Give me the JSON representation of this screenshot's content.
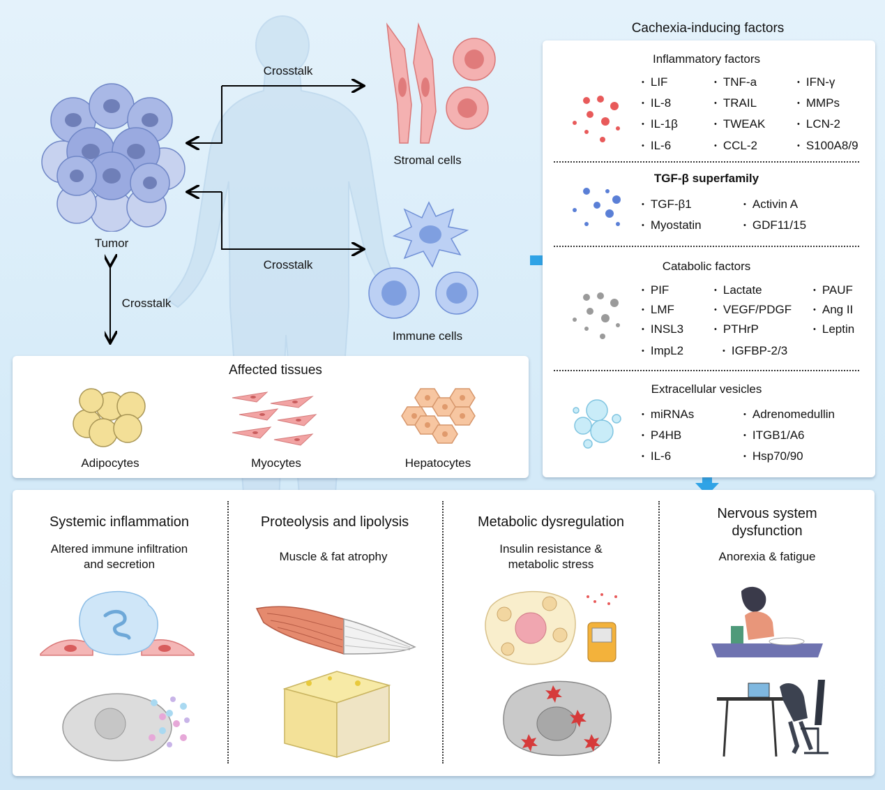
{
  "top": {
    "tumor_label": "Tumor",
    "stromal_label": "Stromal cells",
    "immune_label": "Immune cells",
    "crosstalk_1": "Crosstalk",
    "crosstalk_2": "Crosstalk",
    "crosstalk_3": "Crosstalk"
  },
  "affected": {
    "title": "Affected tissues",
    "tissues": [
      "Adipocytes",
      "Myocytes",
      "Hepatocytes"
    ]
  },
  "factors": {
    "title": "Cachexia-inducing factors",
    "groups": [
      {
        "title": "Inflammatory factors",
        "items": [
          "LIF",
          "IL-8",
          "IL-1β",
          "IL-6",
          "TNF-a",
          "TRAIL",
          "TWEAK",
          "CCL-2",
          "IFN-γ",
          "MMPs",
          "LCN-2",
          "S100A8/9"
        ]
      },
      {
        "title": "TGF-β superfamily",
        "items": [
          "TGF-β1",
          "Myostatin",
          "Activin A",
          "GDF11/15"
        ]
      },
      {
        "title": "Catabolic factors",
        "items": [
          "PIF",
          "LMF",
          "INSL3",
          "ImpL2",
          "Lactate",
          "VEGF/PDGF",
          "PTHrP",
          "IGFBP-2/3",
          "PAUF",
          "Ang II",
          "Leptin"
        ]
      },
      {
        "title": "Extracellular vesicles",
        "items": [
          "miRNAs",
          "P4HB",
          "IL-6",
          "Adrenomedullin",
          "ITGB1/A6",
          "Hsp70/90"
        ]
      }
    ]
  },
  "effects": [
    {
      "title": "Systemic inflammation",
      "subtitle_1": "Altered immune infiltration",
      "subtitle_2": "and secretion"
    },
    {
      "title": "Proteolysis and lipolysis",
      "subtitle_1": "Muscle & fat atrophy",
      "subtitle_2": ""
    },
    {
      "title": "Metabolic dysregulation",
      "subtitle_1": "Insulin resistance &",
      "subtitle_2": "metabolic stress"
    },
    {
      "title_1": "Nervous system",
      "title_2": "dysfunction",
      "subtitle_1": "Anorexia & fatigue",
      "subtitle_2": ""
    }
  ],
  "colors": {
    "tumor": "#8fa3d9",
    "stromal": "#f2a6a6",
    "immune": "#a9c1ee",
    "inflammatory_dots": "#e85a5a",
    "tgf_dots": "#5a7fd6",
    "catabolic_dots": "#9a9a9a",
    "vesicle": "#a9dff2",
    "arrow_blue": "#2fa3e6"
  },
  "icons": [
    "tumor-cluster-icon",
    "stromal-cell-icon",
    "immune-cell-icon",
    "adipocyte-icon",
    "myocyte-icon",
    "hepatocyte-icon",
    "muscle-icon",
    "fat-tissue-icon",
    "glucometer-icon",
    "stressed-cell-icon",
    "anorexia-person-icon",
    "fatigue-person-icon"
  ]
}
